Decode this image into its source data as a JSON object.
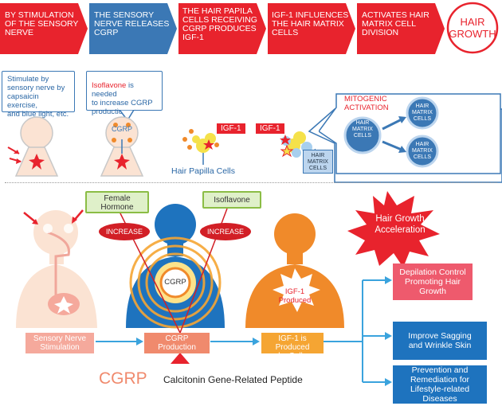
{
  "steps": [
    {
      "line1": "BY STIMULATION",
      "line2": "OF THE SENSORY",
      "line3": "NERVE",
      "color": "#e8232d"
    },
    {
      "line1": "THE SENSORY",
      "line2": "NERVE RELEASES",
      "line3": "CGRP",
      "color": "#3b78b5"
    },
    {
      "line1": "THE HAIR PAPILA",
      "line2": "CELLS RECEIVING",
      "line3": "CGRP PRODUCES",
      "line4": "IGF-1",
      "color": "#e8232d"
    },
    {
      "line1": "IGF-1 INFLUENCES",
      "line2": "THE HAIR MATRIX",
      "line3": "CELLS",
      "color": "#e8232d"
    },
    {
      "line1": "ACTIVATES HAIR",
      "line2": "MATRIX CELL",
      "line3": "DIVISION",
      "color": "#e8232d"
    }
  ],
  "final": {
    "line1": "HAIR",
    "line2": "GROWTH"
  },
  "notes": {
    "stimulate": {
      "l1": "Stimulate by",
      "l2": "sensory nerve by",
      "l3": "capsaicin exercise,",
      "l4": "and blue light, etc."
    },
    "isoflavone_word": "Isoflavone",
    "isoflavone_rest": " is needed",
    "iso_l2": "to increase CGRP",
    "iso_l3": "production"
  },
  "top_labels": {
    "cgrp": "CGRP",
    "igf1_a": "IGF-1",
    "igf1_b": "IGF-1",
    "hair_papilla": "Hair Papilla Cells",
    "mitogenic1": "MITOGENIC",
    "mitogenic2": "ACTIVATION",
    "matrix_big1": "HAIR",
    "matrix_big2": "MATRIX",
    "matrix_big3": "CELLS",
    "matrix_small1": "HAIR",
    "matrix_small2": "MATRIX",
    "matrix_small3": "CELLS",
    "matrix_box1": "HAIR",
    "matrix_box2": "MATRIX",
    "matrix_box3": "CELLS"
  },
  "bottom": {
    "female_hormone1": "Female",
    "female_hormone2": "Hormone",
    "isoflavone": "Isoflavone",
    "increase1": "INCREASE",
    "increase2": "INCREASE",
    "burst1": "Hair Growth",
    "burst2": "Acceleration",
    "cgrp_center": "CGRP",
    "igf_produced1": "IGF-1",
    "igf_produced2": "Produced",
    "stage1_l1": "Sensory Nerve",
    "stage1_l2": "Stimulation",
    "stage2_l1": "CGRP",
    "stage2_l2": "Production",
    "stage3_l1": "IGF-1 is Produced",
    "stage3_l2": "by Cells",
    "results": [
      {
        "l1": "Depilation Control",
        "l2": "Promoting Hair",
        "l3": "Growth",
        "color": "#ee5a6d"
      },
      {
        "l1": "Improve Sagging",
        "l2": "and Wrinkle Skin",
        "l3": "",
        "color": "#1e73be"
      },
      {
        "l1": "Prevention and",
        "l2": "Remediation for",
        "l3": "Lifestyle-related",
        "l4": "Diseases",
        "color": "#1e73be"
      }
    ],
    "cgrp_big": "CGRP",
    "cgrp_def": "Calcitonin Gene-Related Peptide"
  },
  "colors": {
    "red": "#e8232d",
    "blue": "#3b78b5",
    "orange": "#f08a2a",
    "skin": "#fbe3d3"
  }
}
